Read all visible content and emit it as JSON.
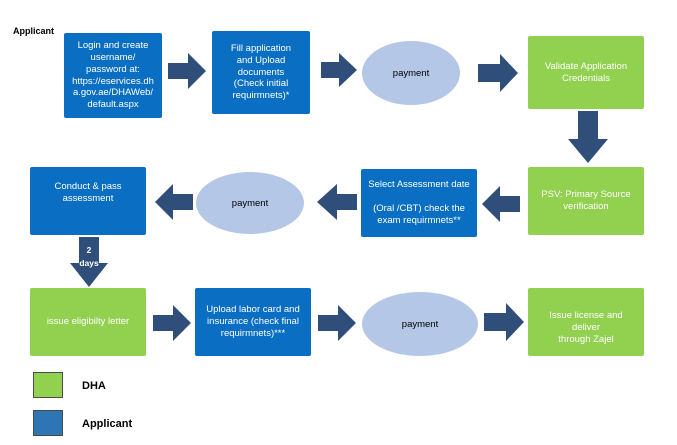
{
  "lane_label": "Applicant",
  "colors": {
    "applicant": "#0a6fc2",
    "dha": "#92d050",
    "payment": "#b4c7e7",
    "arrow": "#2f4f7a"
  },
  "row1": {
    "login": "Login and create\nusername/\npassword  at:\nhttps://eservices.dh\na.gov.ae/DHAWeb/\ndefault.aspx",
    "fill_application": "Fill application\nand Upload\ndocuments\n(Check initial\nrequirmnets)*",
    "payment": "payment",
    "validate": "Validate Application\nCredentials"
  },
  "row2": {
    "conduct": "Conduct & pass\nassessment",
    "payment": "payment",
    "select_assessment": "Select Assessment date\n\n(Oral /CBT) check the\nexam requirmnets**",
    "psv": "PSV: Primary Source\nverification"
  },
  "down_arrow_label": "2\ndays",
  "row3": {
    "eligibility": "issue eligibilty letter",
    "upload_labor": "Upload labor card  and\ninsurance (check final\nrequirmnets)***",
    "payment": "payment",
    "issue_license": "Issue license and deliver\nthrough Zajel"
  },
  "legend": [
    {
      "label": "DHA",
      "color": "#92d050"
    },
    {
      "label": "Applicant",
      "color": "#2e75b6"
    }
  ]
}
